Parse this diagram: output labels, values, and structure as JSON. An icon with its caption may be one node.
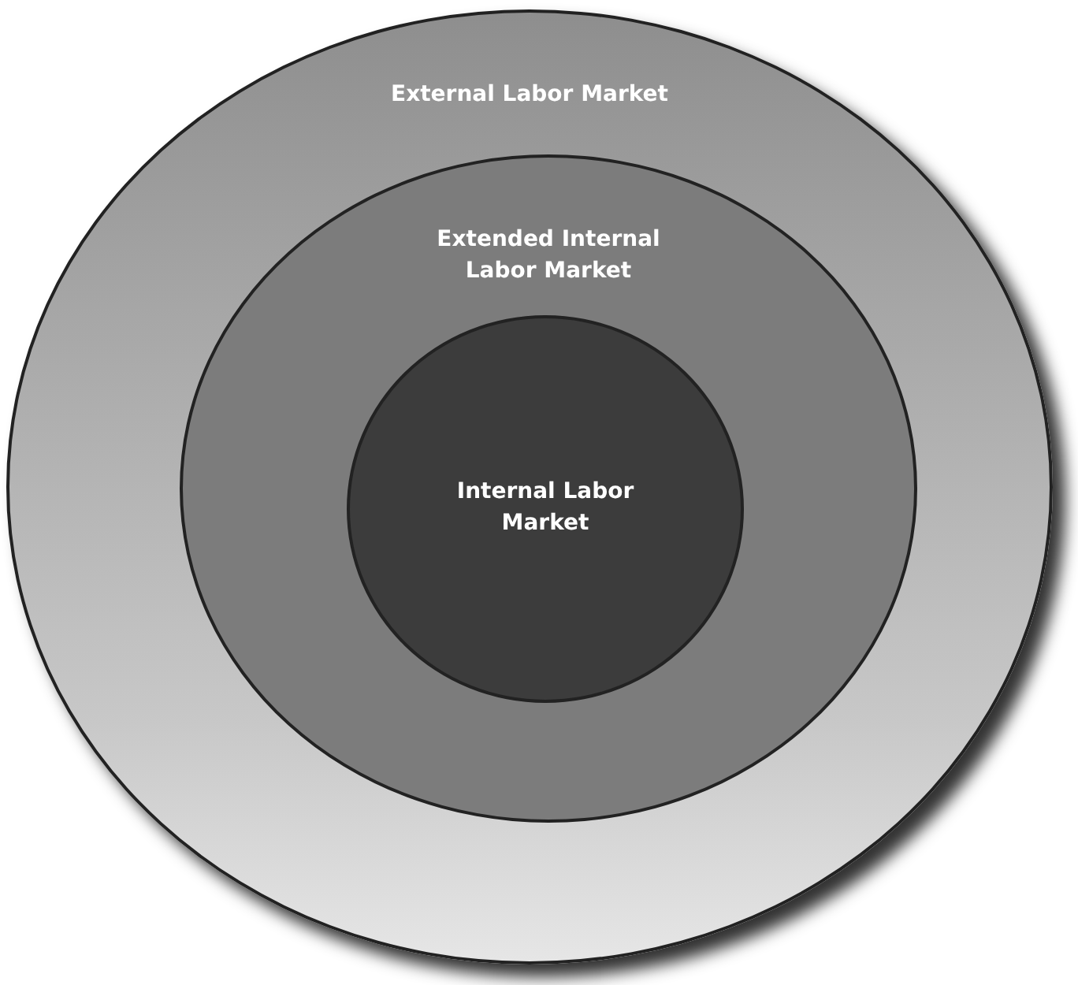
{
  "diagram": {
    "nodes": [
      {
        "text": [
          "External Labor Market"
        ]
      },
      {
        "text": [
          "Extended Internal Labor Market"
        ],
        "in": 0
      },
      {
        "text": [
          "Internal Labor Market"
        ],
        "in": 1
      }
    ]
  }
}
